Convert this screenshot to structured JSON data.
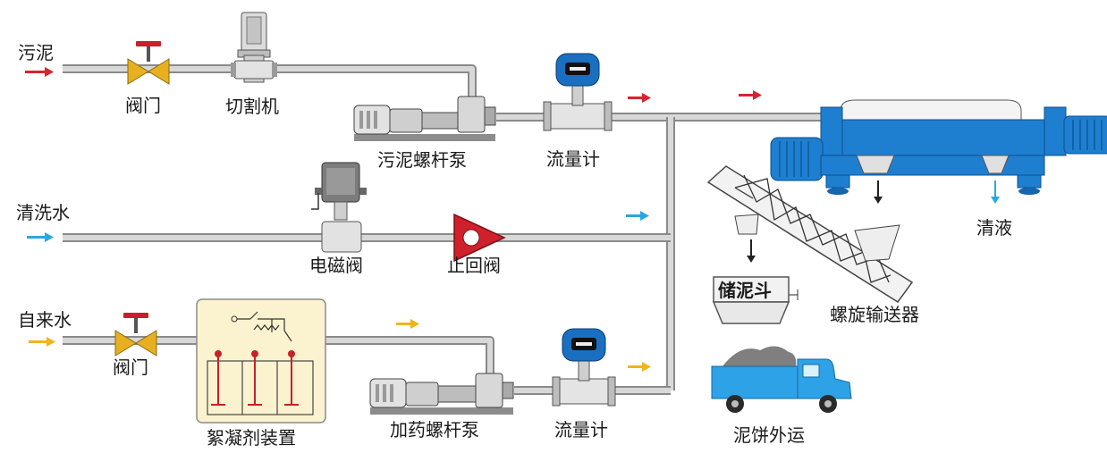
{
  "labels": {
    "inlet_sludge": "污泥",
    "inlet_wash_water": "清洗水",
    "inlet_tap_water": "自来水",
    "valve_top": "阀门",
    "valve_bottom": "阀门",
    "cutter": "切割机",
    "sludge_pump": "污泥螺杆泵",
    "flowmeter_top": "流量计",
    "flowmeter_bottom": "流量计",
    "solenoid_valve": "电磁阀",
    "check_valve": "止回阀",
    "flocculant_device": "絮凝剂装置",
    "dosing_pump": "加药螺杆泵",
    "clear_liquid": "清液",
    "screw_conveyor": "螺旋输送器",
    "sludge_hopper": "储泥斗",
    "cake_transport": "泥饼外运"
  },
  "colors": {
    "sludge_arrow": "#d9232e",
    "water_arrow": "#29a8e0",
    "tap_water_arrow": "#f0b41c",
    "centrifuge_blue": "#1e7fd0",
    "truck_blue": "#2ea2e6",
    "valve_handle": "#c8202a",
    "valve_body": "#e8b020",
    "device_panel": "#fbf3cf"
  }
}
